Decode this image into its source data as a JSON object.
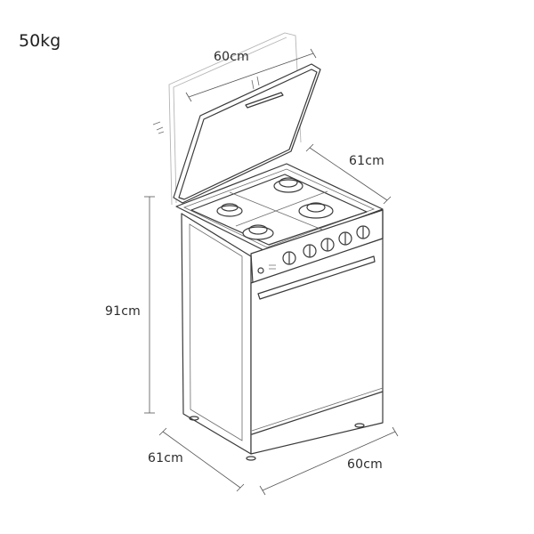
{
  "product": {
    "type": "4-burner gas stove with oven and glass lid",
    "weight": "50kg"
  },
  "dimensions": {
    "lid_width": "60cm",
    "top_depth": "61cm",
    "height": "91cm",
    "base_depth": "61cm",
    "base_width": "60cm"
  },
  "features": {
    "burners": 4,
    "control_knobs": 5,
    "oven_door_handle": true,
    "storage_drawer": true
  },
  "colors": {
    "line": "#3a3a3a",
    "dimension_line": "#555555",
    "background": "#ffffff"
  }
}
